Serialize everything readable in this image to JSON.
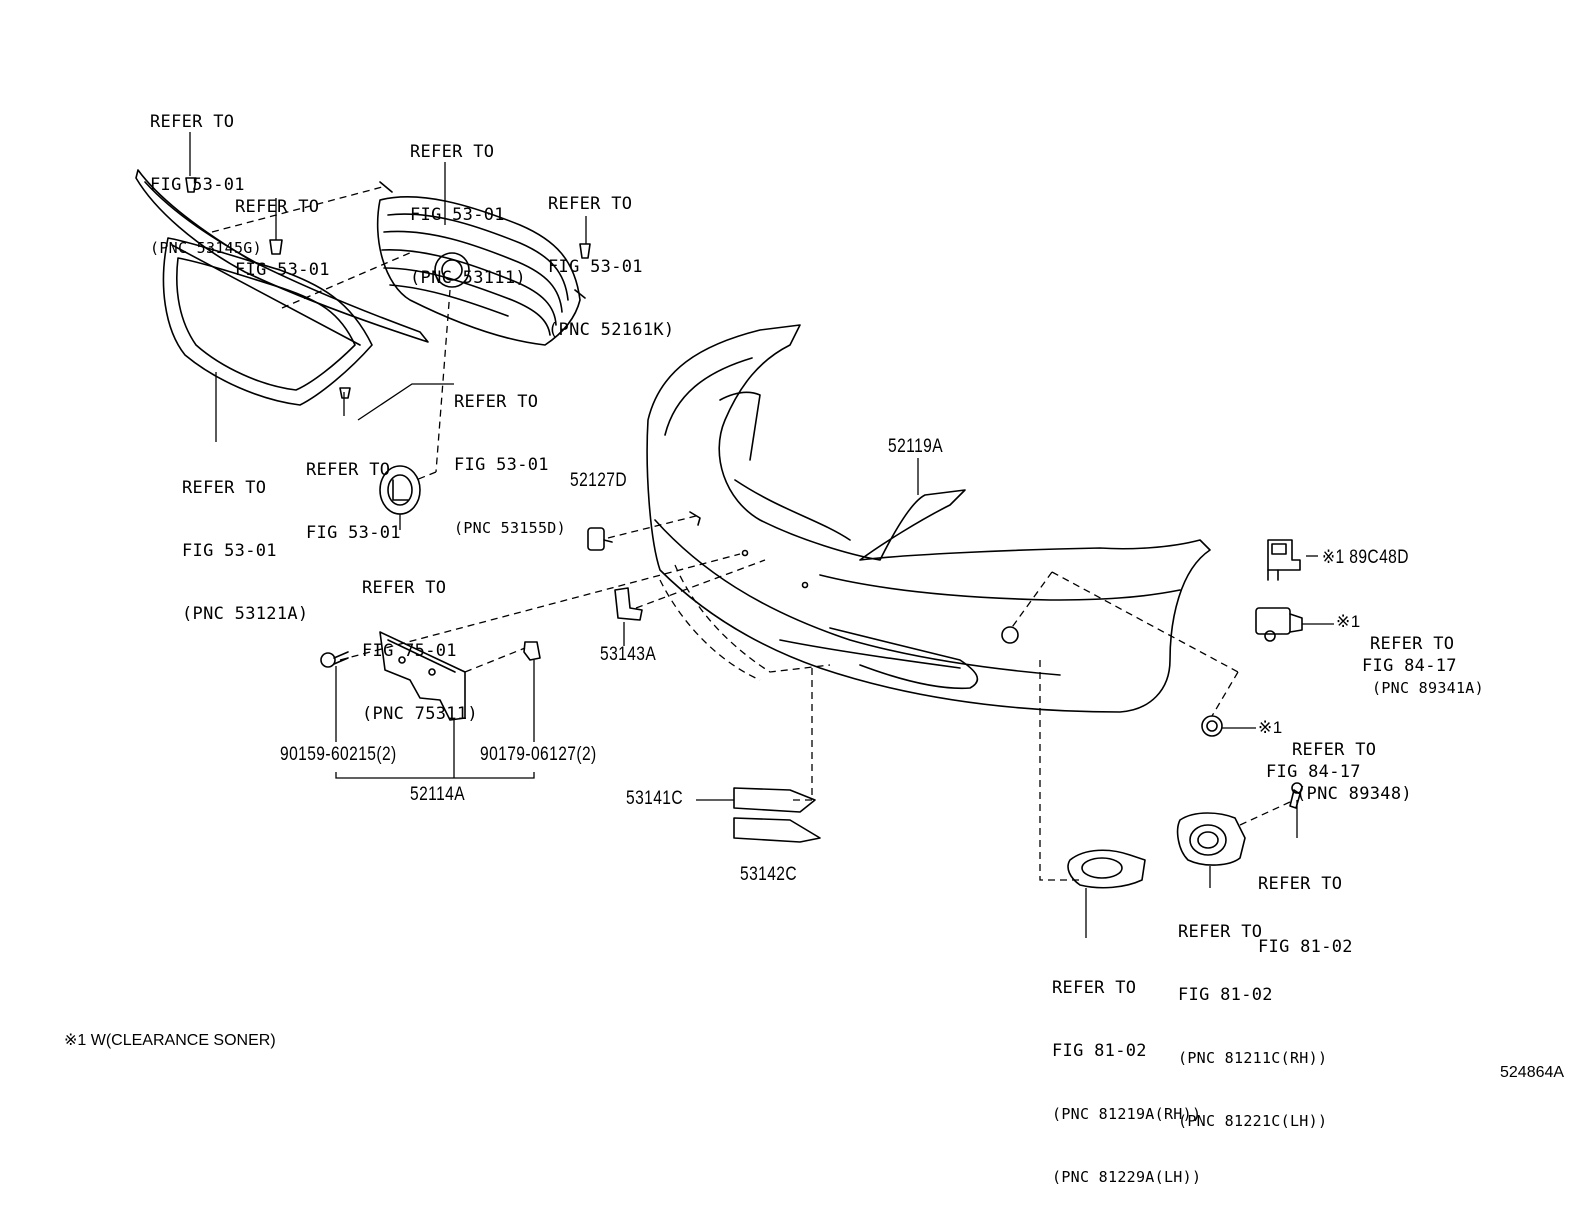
{
  "callouts": {
    "grille_upper_clip": [
      "REFER TO",
      "FIG 53-01",
      "(PNC 53145G)"
    ],
    "upper_clip": [
      "REFER TO",
      "FIG 53-01"
    ],
    "grille": [
      "REFER TO",
      "FIG 53-01",
      "(PNC 53111)"
    ],
    "grille_side_clip": [
      "REFER TO",
      "FIG 53-01",
      "(PNC 52161K)"
    ],
    "grille_molding": [
      "REFER TO",
      "FIG 53-01",
      "(PNC 53155D)"
    ],
    "grille_lower_screw": [
      "REFER TO",
      "FIG 53-01"
    ],
    "grille_frame": [
      "REFER TO",
      "FIG 53-01",
      "(PNC 53121A)"
    ],
    "emblem": [
      "REFER TO",
      "FIG 75-01",
      "(PNC 75311)"
    ],
    "sensor": [
      "REFER TO",
      "FIG 84-17",
      "(PNC 89341A)"
    ],
    "sensor_retainer": [
      "REFER TO",
      "FIG 84-17",
      "(PNC 89348)"
    ],
    "fog_bolt": [
      "REFER TO",
      "FIG 81-02"
    ],
    "fog_lamp": [
      "REFER TO",
      "FIG 81-02",
      "(PNC 81211C(RH))",
      "(PNC 81221C(LH))"
    ],
    "fog_cover": [
      "REFER TO",
      "FIG 81-02",
      "(PNC 81219A(RH))",
      "(PNC 81229A(LH))"
    ]
  },
  "part_numbers": {
    "bumper_cover": "52119A",
    "cap": "52127D",
    "bracket_small": "53143A",
    "license_bracket": "52114A",
    "screw": "90159-60215(2)",
    "nut": "90179-06127(2)",
    "lower_grille_upper": "53141C",
    "lower_grille_lower": "53142C",
    "sensor_holder": "※1 89C48D",
    "sensor_mark": "※1",
    "retainer_mark": "※1"
  },
  "footnote": "※1 W(CLEARANCE SONER)",
  "figure_id": "524864A"
}
